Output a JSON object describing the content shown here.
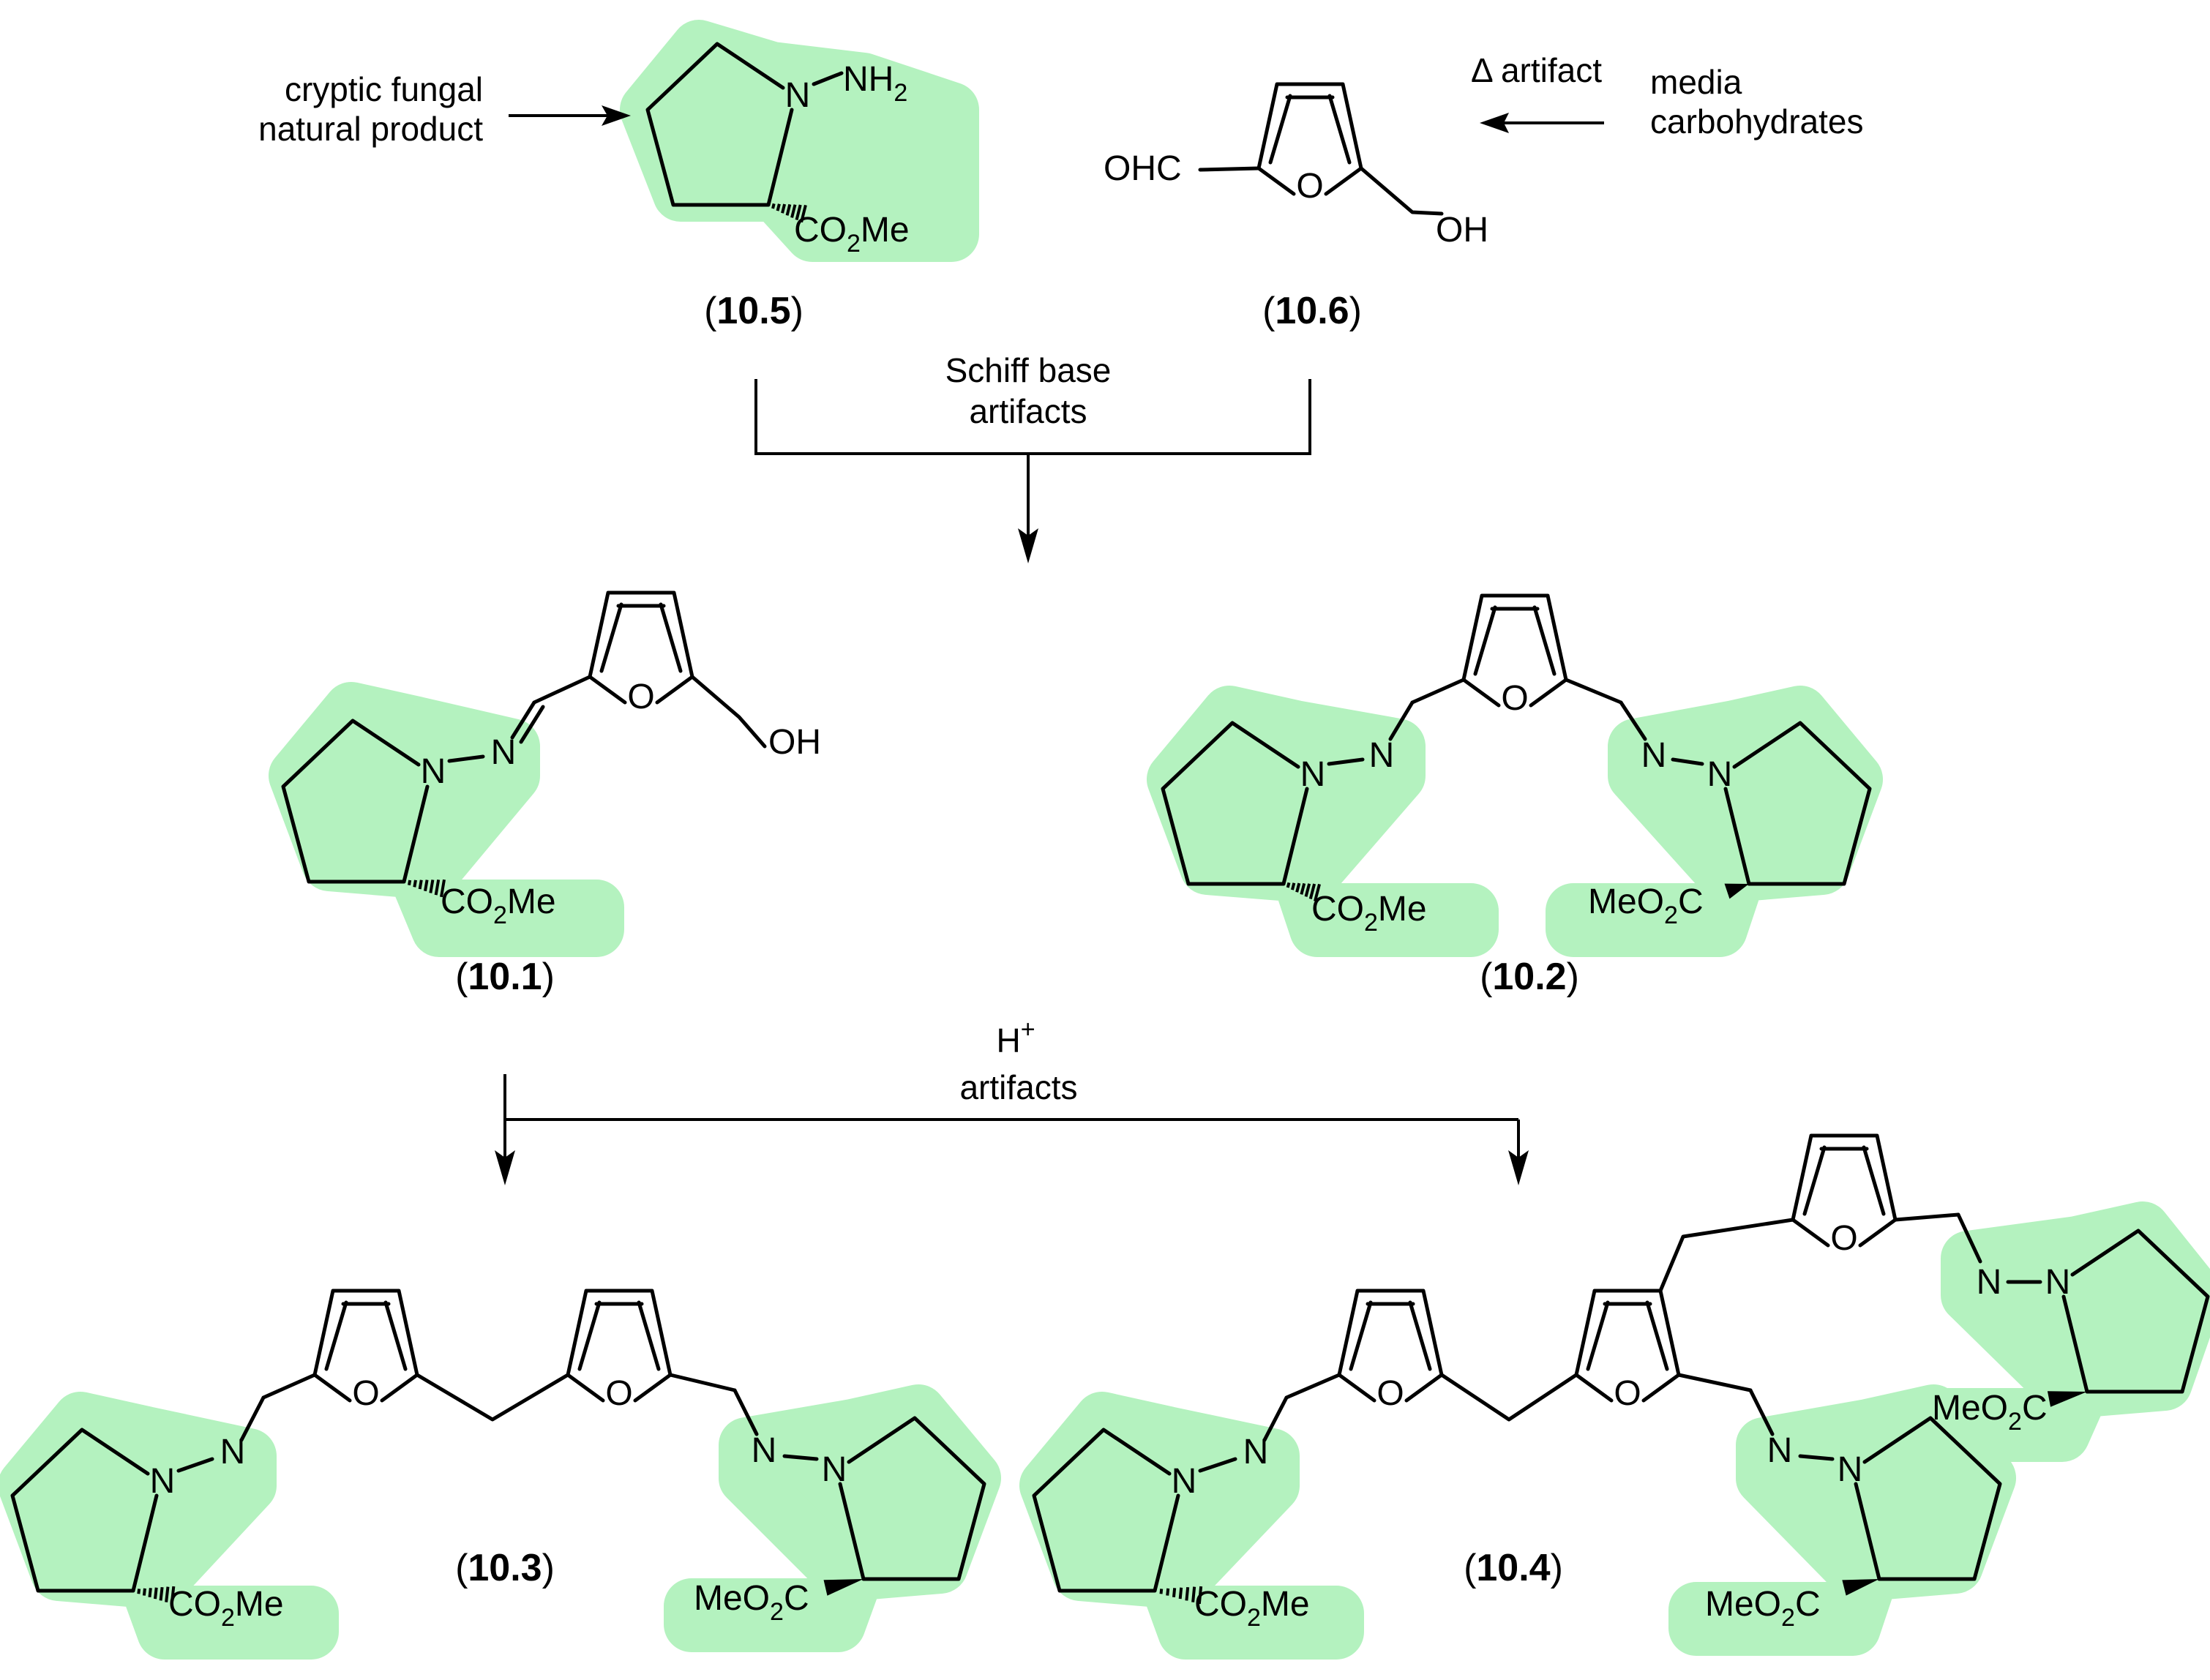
{
  "highlight_color": "#b4f2bf",
  "top_left_label": [
    "cryptic fungal",
    "natural product"
  ],
  "top_right_label": [
    "media",
    "carbohydrates"
  ],
  "delta_artifact_label": "Δ artifact",
  "schiff_label": [
    "Schiff base",
    "artifacts"
  ],
  "acid_label": "H",
  "acid_superscript": "+",
  "acid_sub_label": "artifacts",
  "compounds": [
    {
      "id": "10.5",
      "open": "(",
      "close": ")"
    },
    {
      "id": "10.6",
      "open": "(",
      "close": ")"
    },
    {
      "id": "10.1",
      "open": "(",
      "close": ")"
    },
    {
      "id": "10.2",
      "open": "(",
      "close": ")"
    },
    {
      "id": "10.3",
      "open": "(",
      "close": ")"
    },
    {
      "id": "10.4",
      "open": "(",
      "close": ")"
    }
  ],
  "atoms": {
    "N": "N",
    "O": "O",
    "NH2_main": "NH",
    "NH2_sub": "2",
    "OHC": "OHC",
    "OH": "OH",
    "CO2Me_a": "CO",
    "CO2Me_sub": "2",
    "CO2Me_b": "Me",
    "MeO2C_a": "MeO",
    "MeO2C_sub": "2",
    "MeO2C_b": "C"
  }
}
